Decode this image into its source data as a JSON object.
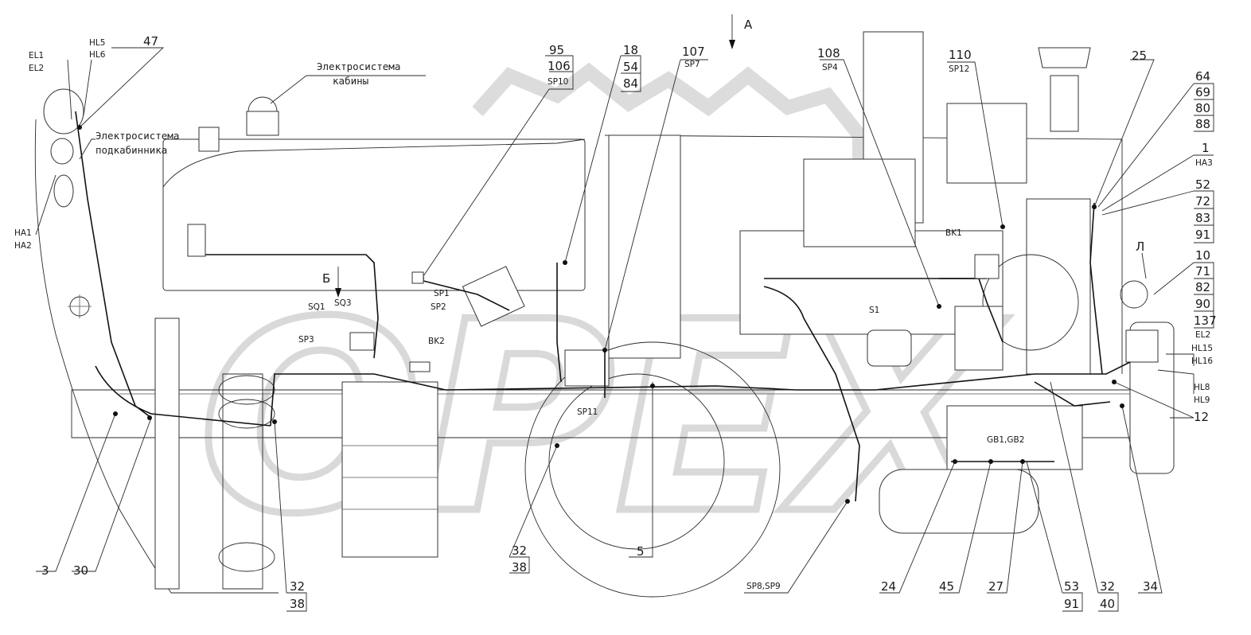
{
  "view_labels": {
    "view_a": "А",
    "view_b": "Б",
    "view_l": "Л"
  },
  "notes": {
    "cabin_line1": "Электросистема",
    "cabin_line2": "кабины",
    "subcab_line1": "Электросистема",
    "subcab_line2": "подкабинника"
  },
  "callouts": {
    "c47": "47",
    "el": [
      "EL1",
      "EL2"
    ],
    "hl56": [
      "HL5",
      "HL6"
    ],
    "ha12": [
      "HA1",
      "HA2"
    ],
    "c95": [
      "95",
      "106",
      "SP10"
    ],
    "c18": [
      "18",
      "54",
      "84"
    ],
    "c107": [
      "107",
      "SP7"
    ],
    "c108": [
      "108",
      "SP4"
    ],
    "c110": [
      "110",
      "SP12"
    ],
    "c25": "25",
    "c64": [
      "64",
      "69",
      "80",
      "88"
    ],
    "c1": [
      "1",
      "HA3"
    ],
    "c52": [
      "52",
      "72",
      "83",
      "91"
    ],
    "c10": [
      "10",
      "71",
      "82",
      "90",
      "137",
      "EL2"
    ],
    "hl1516": [
      "HL15",
      "HL16"
    ],
    "hl89": [
      "HL8",
      "HL9"
    ],
    "c12": "12",
    "c34": "34",
    "c32_40": [
      "32",
      "40"
    ],
    "c53_91": [
      "53",
      "91"
    ],
    "c27": "27",
    "c45": "45",
    "c24": "24",
    "sp89": "SP8,SP9",
    "c5": "5",
    "c32_38a": [
      "32",
      "38"
    ],
    "c32_38b": [
      "32",
      "38"
    ],
    "c30": "30",
    "c3": "3",
    "sq1": "SQ1",
    "sq3": "SQ3",
    "sp3": "SP3",
    "bk2": "BK2",
    "sp1": "SP1",
    "sp2": "SP2",
    "sp11": "SP11",
    "s1": "S1",
    "bk1": "BK1",
    "gb": "GB1,GB2"
  }
}
